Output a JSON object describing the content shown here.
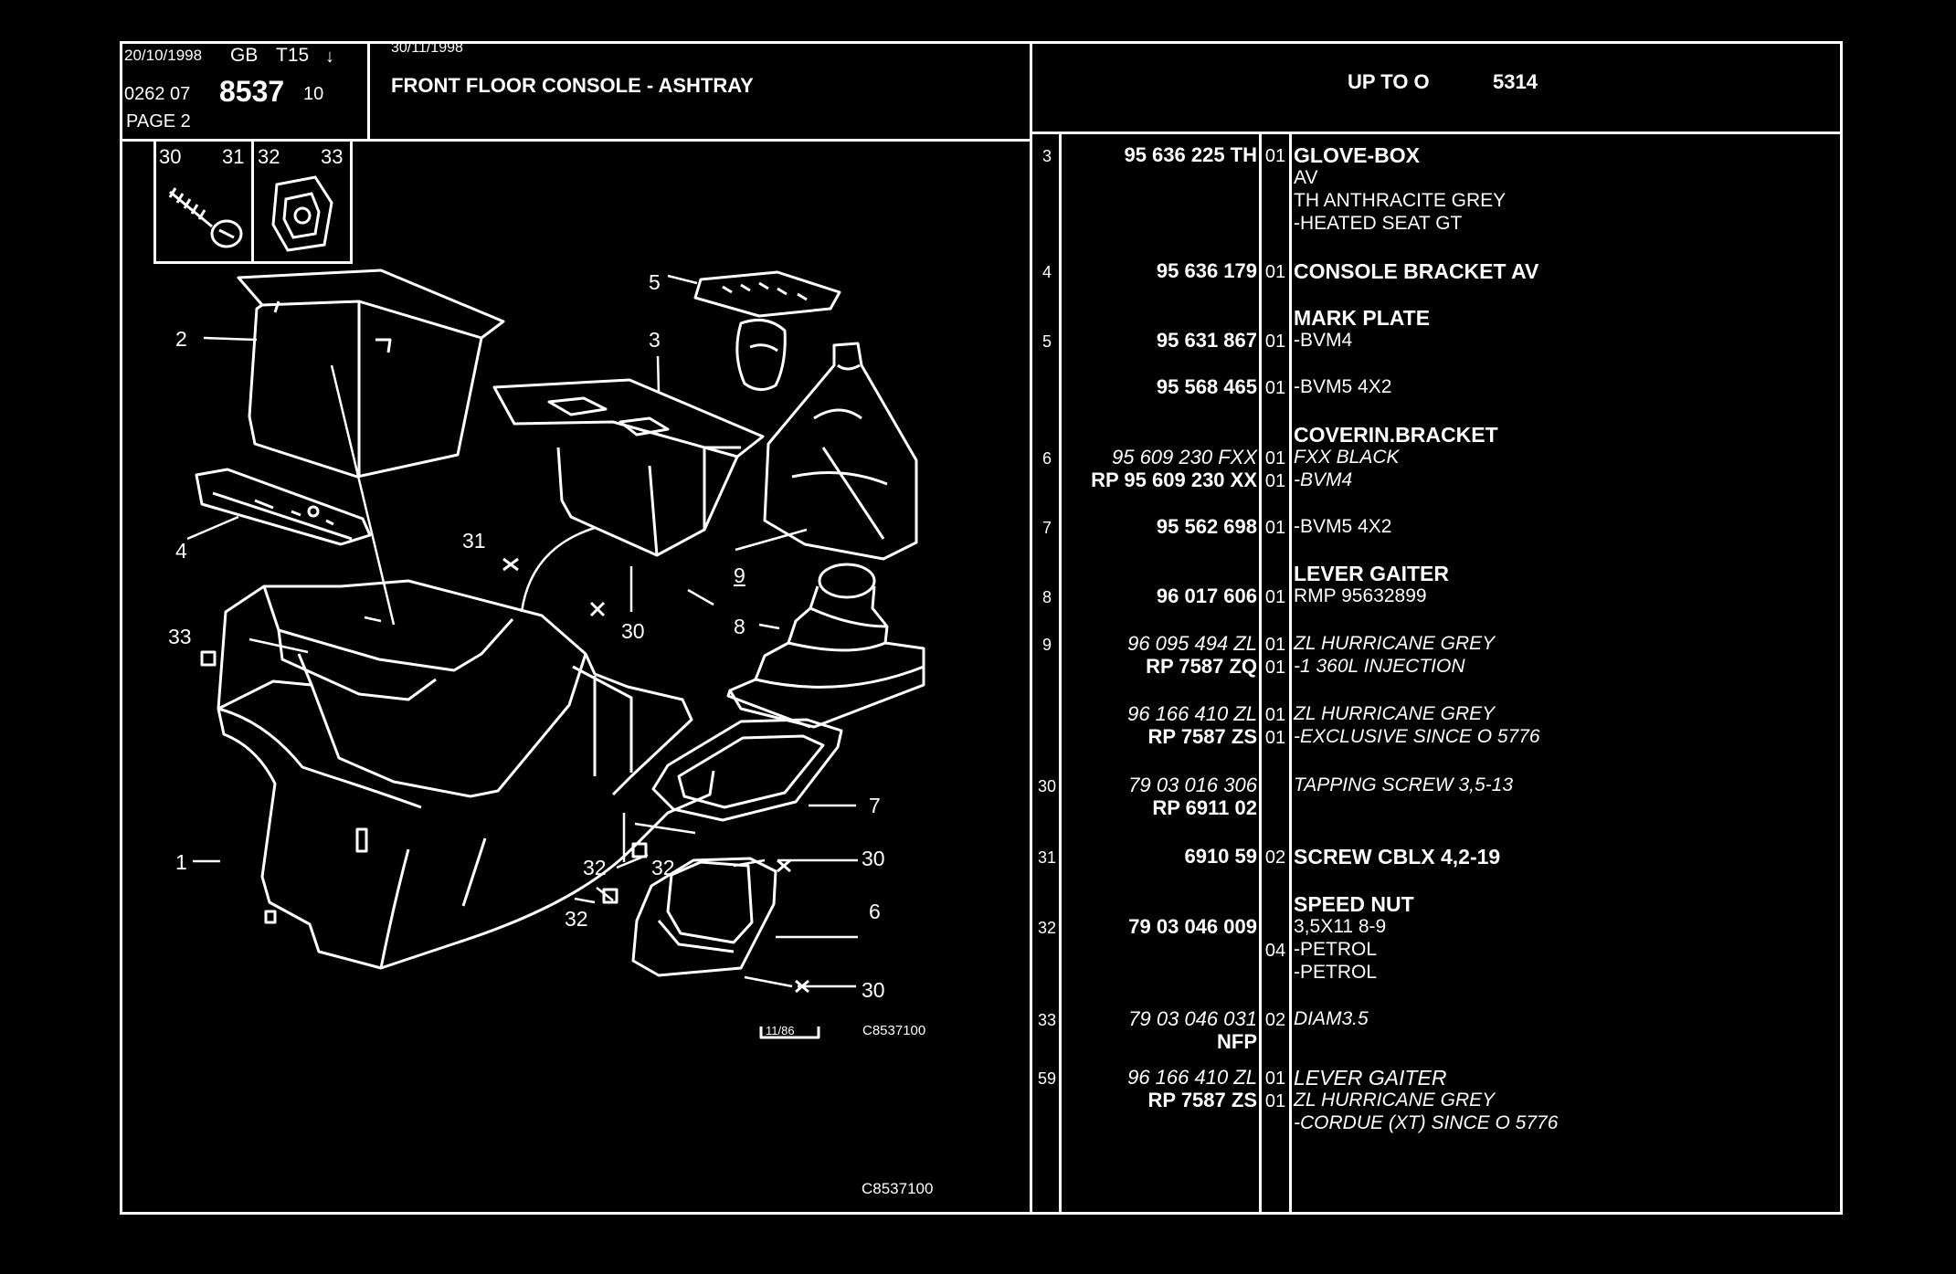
{
  "header": {
    "date1": "20/10/1998",
    "lang": "GB",
    "code": "T15",
    "arrow": "↓",
    "ref_prefix": "0262  07",
    "ref_main": "8537",
    "ref_suffix": "10",
    "page": "PAGE 2",
    "date2": "30/11/1998",
    "title": "FRONT FLOOR CONSOLE - ASHTRAY",
    "validity": "UP  TO  O",
    "validity_num": "5314"
  },
  "thumbs": [
    "30",
    "31",
    "32",
    "33"
  ],
  "diagram": {
    "callouts": [
      "1",
      "2",
      "3",
      "4",
      "5",
      "6",
      "7",
      "8",
      "9",
      "30",
      "30",
      "30",
      "30",
      "31",
      "32",
      "32",
      "32",
      "33"
    ],
    "stamp": "11/86",
    "code_small": "C8537100",
    "code_bottom": "C8537100"
  },
  "parts": [
    {
      "ref": "3",
      "numbers": [
        {
          "t": "95 636 225 TH",
          "it": false
        }
      ],
      "lines": [
        {
          "q": "01",
          "d": "GLOVE-BOX",
          "h": true
        },
        {
          "q": "",
          "d": "AV"
        },
        {
          "q": "",
          "d": "TH ANTHRACITE GREY"
        },
        {
          "q": "",
          "d": "-HEATED SEAT GT"
        }
      ]
    },
    {
      "ref": "4",
      "numbers": [
        {
          "t": "95 636 179"
        }
      ],
      "lines": [
        {
          "q": "01",
          "d": "CONSOLE BRACKET AV",
          "h": true
        }
      ]
    },
    {
      "ref": "5",
      "numbers": [
        {
          "t": "95 631 867"
        }
      ],
      "lines": [
        {
          "q": "",
          "d": "MARK PLATE",
          "h": true
        },
        {
          "q": "01",
          "d": "-BVM4"
        }
      ]
    },
    {
      "ref": "",
      "numbers": [
        {
          "t": "95 568 465"
        }
      ],
      "lines": [
        {
          "q": "01",
          "d": "-BVM5 4X2"
        }
      ]
    },
    {
      "ref": "6",
      "numbers": [
        {
          "t": "95 609 230 FXX",
          "it": true
        },
        {
          "t": "RP  95 609 230 XX"
        }
      ],
      "lines": [
        {
          "q": "",
          "d": "COVERIN.BRACKET",
          "h": true
        },
        {
          "q": "01",
          "d": "FXX BLACK",
          "it": true
        },
        {
          "q": "01",
          "d": "-BVM4",
          "it": true
        }
      ]
    },
    {
      "ref": "7",
      "numbers": [
        {
          "t": "95 562 698"
        }
      ],
      "lines": [
        {
          "q": "01",
          "d": "-BVM5 4X2"
        }
      ]
    },
    {
      "ref": "8",
      "numbers": [
        {
          "t": "96 017 606"
        }
      ],
      "lines": [
        {
          "q": "",
          "d": "LEVER GAITER",
          "h": true
        },
        {
          "q": "01",
          "d": "RMP 95632899"
        }
      ]
    },
    {
      "ref": "9",
      "numbers": [
        {
          "t": "96 095 494 ZL",
          "it": true
        },
        {
          "t": "RP  7587 ZQ"
        }
      ],
      "lines": [
        {
          "q": "01",
          "d": "ZL HURRICANE GREY",
          "it": true
        },
        {
          "q": "01",
          "d": "-1 360L INJECTION",
          "it": true
        }
      ]
    },
    {
      "ref": "",
      "numbers": [
        {
          "t": "96 166 410 ZL",
          "it": true
        },
        {
          "t": "RP  7587 ZS"
        }
      ],
      "lines": [
        {
          "q": "01",
          "d": "ZL HURRICANE GREY",
          "it": true
        },
        {
          "q": "01",
          "d": "-EXCLUSIVE SINCE  O  5776",
          "it": true
        }
      ]
    },
    {
      "ref": "30",
      "numbers": [
        {
          "t": "79 03 016 306",
          "it": true
        },
        {
          "t": "RP  6911 02"
        }
      ],
      "lines": [
        {
          "q": "",
          "d": "TAPPING SCREW 3,5-13",
          "it": true
        }
      ]
    },
    {
      "ref": "31",
      "numbers": [
        {
          "t": "6910 59"
        }
      ],
      "lines": [
        {
          "q": "02",
          "d": "SCREW CBLX 4,2-19",
          "h": true
        }
      ]
    },
    {
      "ref": "32",
      "numbers": [
        {
          "t": "79 03 046 009"
        }
      ],
      "lines": [
        {
          "q": "",
          "d": "SPEED NUT",
          "h": true
        },
        {
          "q": "",
          "d": "3,5X11 8-9"
        },
        {
          "q": "04",
          "d": "-PETROL"
        },
        {
          "q": "",
          "d": "-PETROL"
        }
      ]
    },
    {
      "ref": "33",
      "numbers": [
        {
          "t": "79 03 046 031",
          "it": true
        },
        {
          "t": "NFP"
        }
      ],
      "lines": [
        {
          "q": "02",
          "d": "DIAM3.5",
          "it": true
        }
      ]
    },
    {
      "ref": "59",
      "numbers": [
        {
          "t": "96 166 410 ZL",
          "it": true
        },
        {
          "t": "RP  7587 ZS"
        }
      ],
      "lines": [
        {
          "q": "01",
          "d": "LEVER GAITER",
          "it": true,
          "h2": true
        },
        {
          "q": "01",
          "d": "ZL HURRICANE GREY",
          "it": true
        },
        {
          "q": "",
          "d": "-CORDUE (XT) SINCE  O  5776",
          "it": true
        }
      ]
    }
  ]
}
